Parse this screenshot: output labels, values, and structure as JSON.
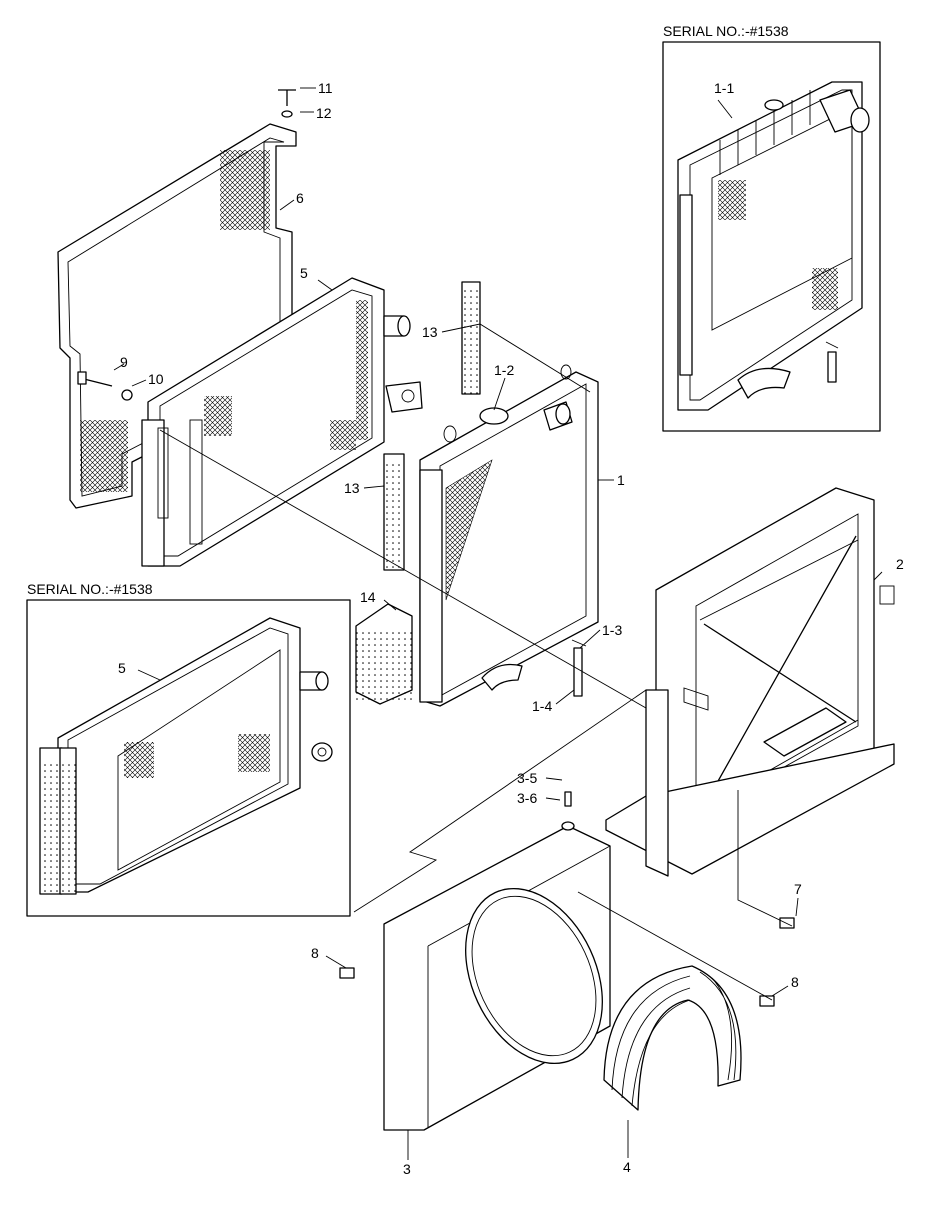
{
  "serial_note_top": "SERIAL NO.:-#1538",
  "serial_note_left": "SERIAL NO.:-#1538",
  "callouts": {
    "c1": "1",
    "c1_1": "1-1",
    "c1_2": "1-2",
    "c1_3": "1-3",
    "c1_4": "1-4",
    "c2": "2",
    "c3": "3",
    "c3_5": "3-5",
    "c3_6": "3-6",
    "c4": "4",
    "c5": "5",
    "c5b": "5",
    "c6": "6",
    "c7": "7",
    "c8a": "8",
    "c8b": "8",
    "c9": "9",
    "c10": "10",
    "c11": "11",
    "c12": "12",
    "c13a": "13",
    "c13b": "13",
    "c14": "14"
  }
}
